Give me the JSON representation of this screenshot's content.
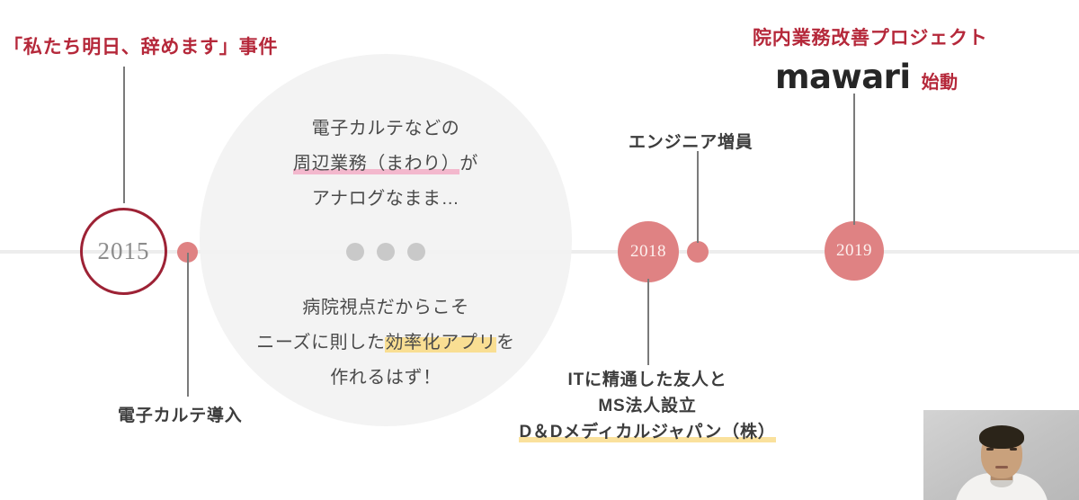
{
  "slide": {
    "background_color": "#ffffff",
    "accent_red": "#b5283a",
    "accent_pink": "#df8283",
    "bubble_gray": "#f2f2f2",
    "axis_color": "#ededed"
  },
  "timeline": {
    "nodes": [
      {
        "id": "2015",
        "year_label": "2015",
        "style": "outline"
      },
      {
        "id": "2018",
        "year_label": "2018",
        "style": "filled"
      },
      {
        "id": "2019",
        "year_label": "2019",
        "style": "filled"
      }
    ],
    "ellipsis_dots": 3
  },
  "labels": {
    "incident": "「私たち明日、辞めます」事件",
    "karte_intro": "電子カルテ導入",
    "engineer_increase": "エンジニア増員",
    "ms_line1": "ITに精通した友人と",
    "ms_line2": "MS法人設立",
    "ms_line3": "D＆Dメディカルジャパン（株）",
    "project_title": "院内業務改善プロジェクト",
    "mawari_logo": "mawari",
    "mawari_sub": "始動"
  },
  "bubble": {
    "top_text": {
      "line1": "電子カルテなどの",
      "line2_underlined": "周辺業務（まわり）",
      "line2_tail": "が",
      "line3": "アナログなまま…"
    },
    "bottom_text": {
      "line1": "病院視点だからこそ",
      "line2_head": "ニーズに則した",
      "line2_highlighted": "効率化アプリ",
      "line2_tail": "を",
      "line3": "作れるはず！"
    }
  },
  "webcam": {
    "present": true,
    "description": "presenter-video-thumbnail"
  }
}
